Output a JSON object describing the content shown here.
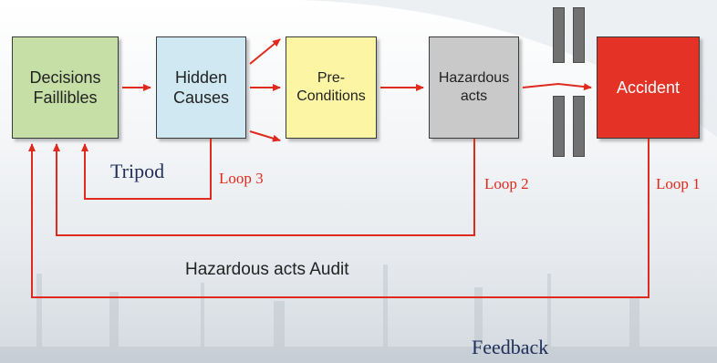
{
  "boxes": {
    "decisions": [
      "Decisions",
      "Faillibles"
    ],
    "hidden_causes": [
      "Hidden",
      "Causes"
    ],
    "preconditions": [
      "Pre-",
      "Conditions"
    ],
    "hazardous_acts": [
      "Hazardous",
      "acts"
    ],
    "accident": "Accident"
  },
  "labels": {
    "tripod": "Tripod",
    "loop3": "Loop 3",
    "loop2": "Loop 2",
    "loop1": "Loop 1",
    "audit": "Hazardous acts Audit",
    "feedback": "Feedback"
  },
  "colors": {
    "arrow": "#e02a1d",
    "decisions_fill": "#c6dfa6",
    "hidden_fill": "#cfe8f1",
    "precond_fill": "#fcf6a4",
    "hazard_fill": "#c9c9c9",
    "accident_fill": "#e43326",
    "barrier_fill": "#717171"
  }
}
